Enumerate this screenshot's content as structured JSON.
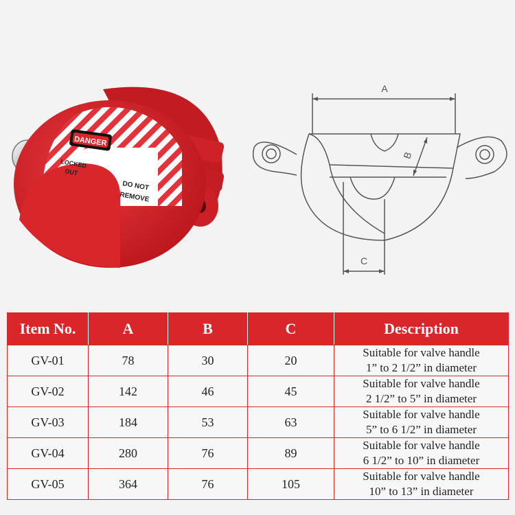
{
  "product": {
    "danger_label": "DANGER",
    "locked_label": "LOCKED",
    "out_label": "OUT",
    "do_not_label": "DO NOT",
    "remove_label": "REMOVE",
    "colors": {
      "body": "#d9262b",
      "tag": "#ffffff",
      "stripe": "#e4323a"
    }
  },
  "diagram": {
    "label_a": "A",
    "label_b": "B",
    "label_c": "C"
  },
  "table": {
    "headers": [
      "Item No.",
      "A",
      "B",
      "C",
      "Description"
    ],
    "rows": [
      {
        "item": "GV-01",
        "a": "78",
        "b": "30",
        "c": "20",
        "desc_line1": "Suitable for valve handle",
        "desc_line2": "1” to 2 1/2” in diameter"
      },
      {
        "item": "GV-02",
        "a": "142",
        "b": "46",
        "c": "45",
        "desc_line1": "Suitable for valve handle",
        "desc_line2": "2 1/2” to 5” in diameter"
      },
      {
        "item": "GV-03",
        "a": "184",
        "b": "53",
        "c": "63",
        "desc_line1": "Suitable for valve handle",
        "desc_line2": "5” to 6 1/2” in diameter"
      },
      {
        "item": "GV-04",
        "a": "280",
        "b": "76",
        "c": "89",
        "desc_line1": "Suitable for valve handle",
        "desc_line2": "6 1/2” to 10” in diameter"
      },
      {
        "item": "GV-05",
        "a": "364",
        "b": "76",
        "c": "105",
        "desc_line1": "Suitable for valve handle",
        "desc_line2": "10” to 13” in diameter"
      }
    ],
    "accent": "#d9262b"
  }
}
